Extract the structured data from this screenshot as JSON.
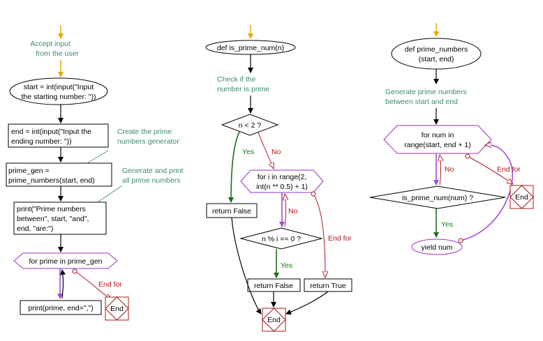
{
  "left": {
    "note_accept": [
      "Accept input",
      "from the user"
    ],
    "start_node": [
      "start = int(input(\"Input",
      "the starting number: \"))"
    ],
    "end_node": [
      "end = int(input(\"Input the",
      "ending number: \"))"
    ],
    "note_create": [
      "Create the prime",
      "numbers generator"
    ],
    "gen_node": [
      "prime_gen =",
      "prime_numbers(start, end)"
    ],
    "note_generate": [
      "Generate and print",
      "all prime numbers"
    ],
    "print_node": [
      "print(\"Prime numbers",
      "between\", start, \"and\",",
      "end, \"are:\")"
    ],
    "loop_node": "for prime in prime_gen",
    "print_prime_node": "print(prime, end=\",\")",
    "end_for_label": "End for",
    "end_label": "End"
  },
  "middle": {
    "def_node": "def is_prime_num(n)",
    "note_check": [
      "Check if the",
      "number is prime"
    ],
    "cond1": "n < 2 ?",
    "yes_label": "Yes",
    "no_label": "No",
    "return_false_1": "return False",
    "loop_node": [
      "for i in range(2,",
      "int(n ** 0.5) + 1)"
    ],
    "no_label_2": "No",
    "cond2": "n % i == 0 ?",
    "yes_label_2": "Yes",
    "end_for_label": "End for",
    "return_false_2": "return False",
    "return_true": "return True",
    "end_label": "End"
  },
  "right": {
    "def_node": [
      "def prime_numbers",
      "(start, end)"
    ],
    "note_generate": [
      "Generate prime numbers",
      "between start and end"
    ],
    "loop_node": [
      "for num in",
      "range(start, end + 1)"
    ],
    "no_label": "No",
    "end_for_label": "End for",
    "cond": "is_prime_num(num) ?",
    "yes_label": "Yes",
    "yield_node": "yield num",
    "end_label": "End"
  }
}
